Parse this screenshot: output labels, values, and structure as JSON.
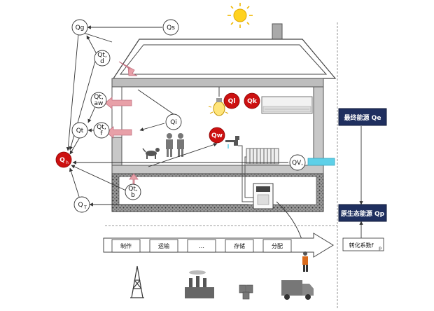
{
  "nodes": {
    "qg": "Qg",
    "qs": "Qs",
    "qtd": [
      "Qt,",
      "d"
    ],
    "qtaw": [
      "Qt,",
      "aw"
    ],
    "qtf": [
      "Qt,",
      "f"
    ],
    "qt": "Qt",
    "qi": "Qi",
    "ql": "Ql",
    "qk": "Qk",
    "qw": "Qw",
    "qv": "QV,",
    "qh": "Q",
    "qh_sub": "h",
    "qtb": [
      "Qt,",
      "b"
    ],
    "qT": "Q",
    "qT_sub": "T"
  },
  "chain": {
    "steps": [
      "制作",
      "运输",
      "…",
      "存储",
      "分配"
    ]
  },
  "side": {
    "final_energy": "最终能源 Qe",
    "primary_energy": "原生态能源 Qp",
    "conversion_prefix": "转化系数f",
    "conversion_sub": "p"
  },
  "colors": {
    "red": "#cc1111",
    "dark_blue": "#1f2f5f",
    "arrow_pink": "#e8a0a8",
    "roof_gray": "#d0d0d0",
    "sun": "#ffd21f",
    "cyan": "#5ed0e8"
  }
}
